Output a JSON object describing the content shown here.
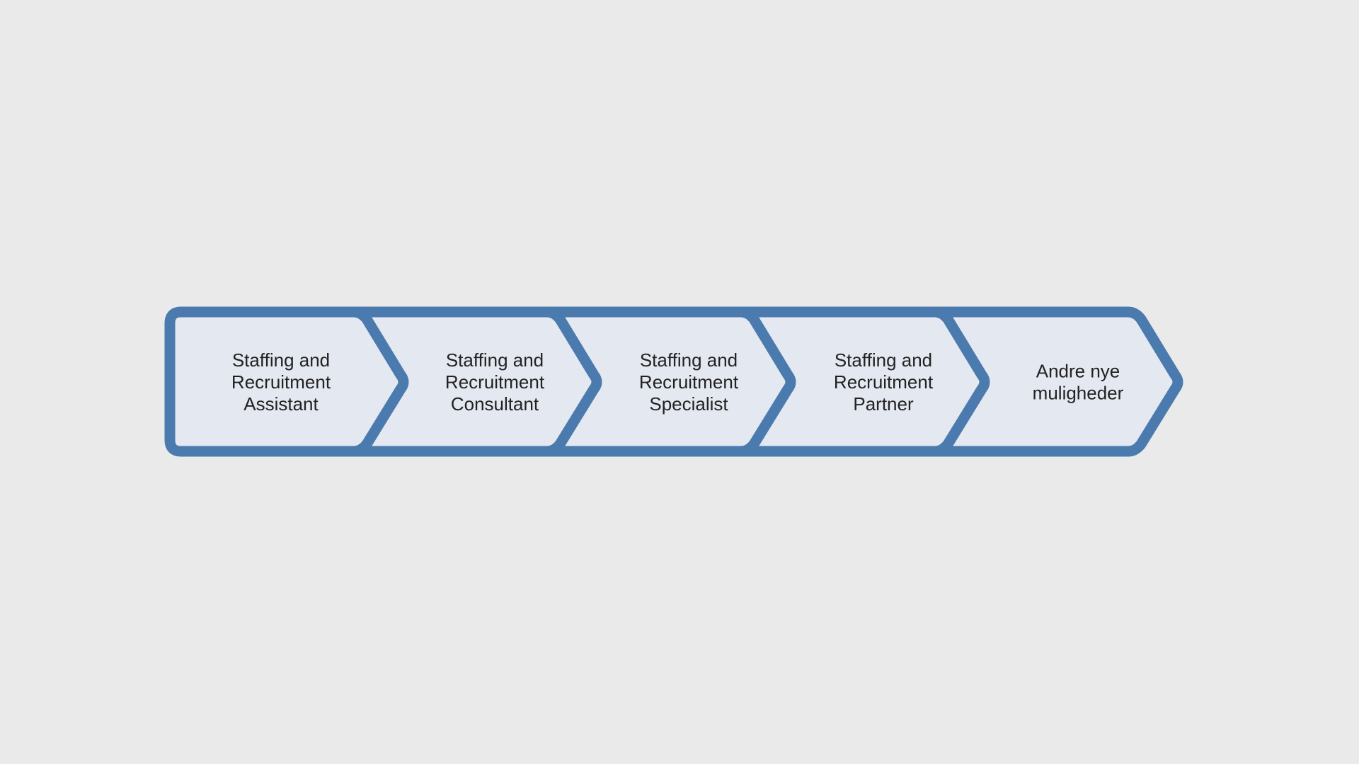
{
  "colors": {
    "background": "#eaeaea",
    "outline": "#4a7aae",
    "fill": "#e4e8f0",
    "text": "#222222"
  },
  "steps": [
    {
      "lines": [
        "Staffing and",
        "Recruitment",
        "Assistant"
      ]
    },
    {
      "lines": [
        "Staffing and",
        "Recruitment",
        "Consultant"
      ]
    },
    {
      "lines": [
        "Staffing and",
        "Recruitment",
        "Specialist"
      ]
    },
    {
      "lines": [
        "Staffing and",
        "Recruitment",
        "Partner"
      ]
    },
    {
      "lines": [
        "Andre nye",
        "muligheder"
      ]
    }
  ]
}
